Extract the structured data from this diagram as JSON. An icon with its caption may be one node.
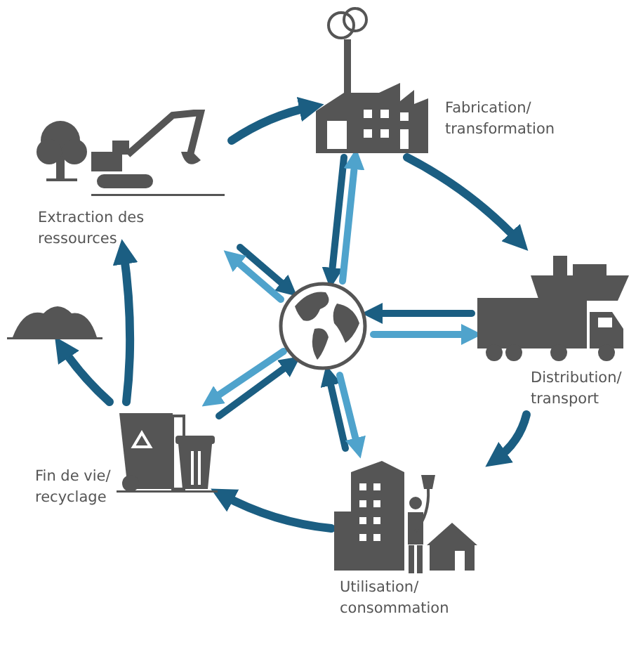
{
  "diagram": {
    "nodes": [
      {
        "text": [
          "Extraction des ressources"
        ]
      },
      {
        "text": [
          "Fabrication/ transformation"
        ]
      },
      {
        "text": [
          "Distribution/ transport"
        ]
      },
      {
        "text": [
          "Utilisation/ consommation"
        ]
      },
      {
        "text": [
          "Fin de vie/ recyclage"
        ]
      },
      {
        "text": [],
        "shape": "picture"
      },
      {
        "text": [],
        "shape": "picture"
      }
    ],
    "edges": [
      {
        "from": 0,
        "to": 1,
        "arrow": "to"
      },
      {
        "from": 1,
        "to": 2,
        "arrow": "to"
      },
      {
        "from": 2,
        "to": 3,
        "arrow": "to"
      },
      {
        "from": 3,
        "to": 4,
        "arrow": "to"
      },
      {
        "from": 4,
        "to": 0,
        "arrow": "to"
      },
      {
        "from": 4,
        "to": 5,
        "arrow": "to"
      },
      {
        "from": 0,
        "to": 6,
        "arrow": "to"
      },
      {
        "from": 6,
        "to": 0,
        "arrow": "to",
        "color": "#4fa3cc"
      },
      {
        "from": 1,
        "to": 6,
        "arrow": "to"
      },
      {
        "from": 6,
        "to": 1,
        "arrow": "to",
        "color": "#4fa3cc"
      },
      {
        "from": 2,
        "to": 6,
        "arrow": "to"
      },
      {
        "from": 6,
        "to": 2,
        "arrow": "to",
        "color": "#4fa3cc"
      },
      {
        "from": 3,
        "to": 6,
        "arrow": "to"
      },
      {
        "from": 6,
        "to": 3,
        "arrow": "to",
        "color": "#4fa3cc"
      },
      {
        "from": 4,
        "to": 6,
        "arrow": "to"
      },
      {
        "from": 6,
        "to": 4,
        "arrow": "to",
        "color": "#4fa3cc"
      }
    ]
  }
}
